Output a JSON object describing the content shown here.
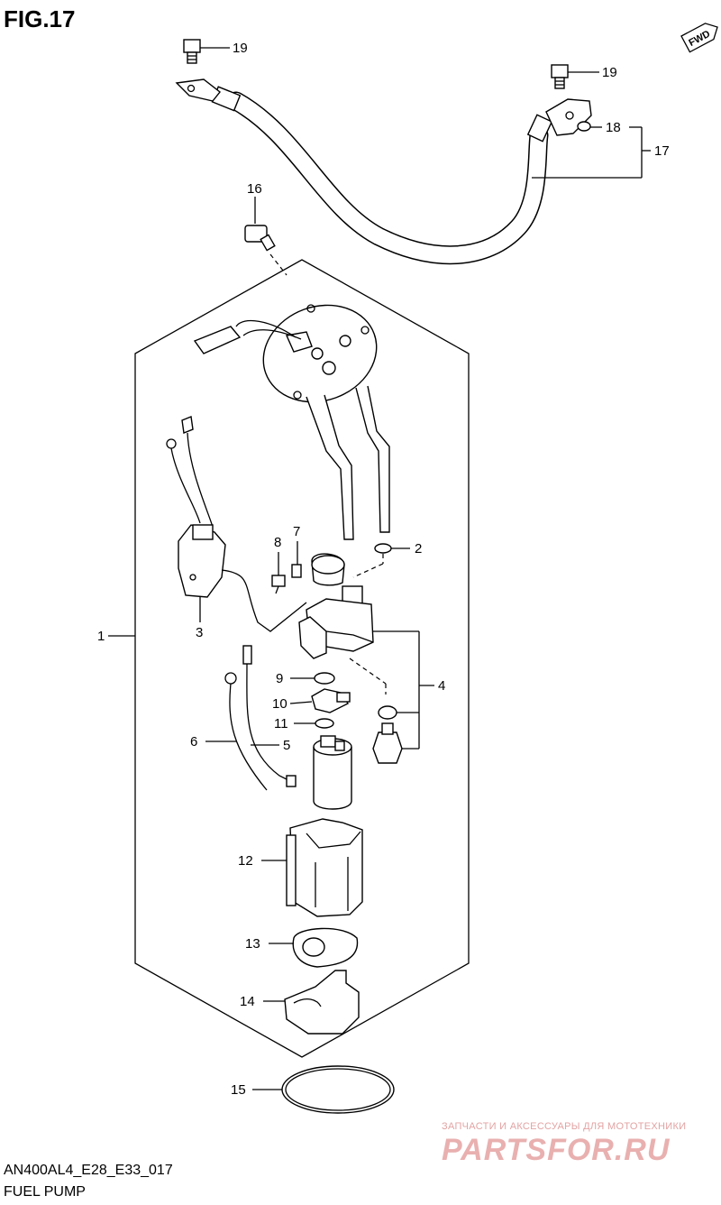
{
  "figure": {
    "title": "FIG.17",
    "fwd": "FWD",
    "code": "AN400AL4_E28_E33_017",
    "name": "FUEL PUMP"
  },
  "watermark": {
    "tagline": "ЗАПЧАСТИ И АКСЕССУАРЫ ДЛЯ МОТОТЕХНИКИ",
    "logo": "PARTSFOR.RU"
  },
  "callouts": [
    {
      "id": "1",
      "label": "1"
    },
    {
      "id": "2",
      "label": "2"
    },
    {
      "id": "3",
      "label": "3"
    },
    {
      "id": "4",
      "label": "4"
    },
    {
      "id": "5",
      "label": "5"
    },
    {
      "id": "6",
      "label": "6"
    },
    {
      "id": "7",
      "label": "7"
    },
    {
      "id": "8",
      "label": "8"
    },
    {
      "id": "9",
      "label": "9"
    },
    {
      "id": "10",
      "label": "10"
    },
    {
      "id": "11",
      "label": "11"
    },
    {
      "id": "12",
      "label": "12"
    },
    {
      "id": "13",
      "label": "13"
    },
    {
      "id": "14",
      "label": "14"
    },
    {
      "id": "15",
      "label": "15"
    },
    {
      "id": "16",
      "label": "16"
    },
    {
      "id": "17",
      "label": "17"
    },
    {
      "id": "18",
      "label": "18"
    },
    {
      "id": "19a",
      "label": "19"
    },
    {
      "id": "19b",
      "label": "19"
    }
  ]
}
